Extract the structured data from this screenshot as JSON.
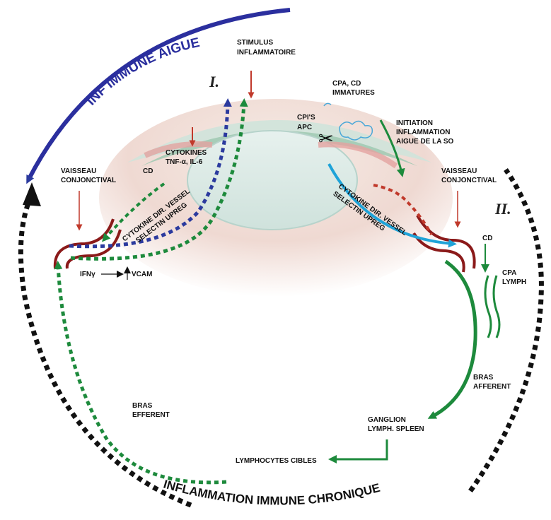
{
  "arc_labels": {
    "acute": "INF IMMUNE AIGUE",
    "chronic": "INFLAMMATION IMMUNE CHRONIQUE"
  },
  "roman": {
    "one": "I.",
    "two": "II."
  },
  "labels": {
    "stimulus_1": "STIMULUS",
    "stimulus_2": "INFLAMMATOIRE",
    "cpa_cd_1": "CPA, CD",
    "cpa_cd_2": "IMMATURES",
    "cpis_1": "CPI'S",
    "cpis_2": "APC",
    "initiation_1": "INITIATION",
    "initiation_2": "INFLAMMATION",
    "initiation_3": "AIGUE DE LA SO",
    "cytokines_1": "CYTOKINES",
    "cytokines_2": "TNF-α, IL-6",
    "vaisseau_left_1": "VAISSEAU",
    "vaisseau_left_2": "CONJONCTIVAL",
    "cd_left": "CD",
    "cytokine_left_1": "CYTOKINE DIR. VESSEL",
    "cytokine_left_2": "SELECTIN UPREG",
    "cytokine_right_1": "CYTOKINE DIR. VESSEL",
    "cytokine_right_2": "SELECTIN UPREG",
    "vaisseau_right_1": "VAISSEAU",
    "vaisseau_right_2": "CONJONCTIVAL",
    "cd_right": "CD",
    "cpa_lymph_1": "CPA",
    "cpa_lymph_2": "LYMPH",
    "ifn": "IFNγ",
    "vcam": "VCAM",
    "bras_afferent_1": "BRAS",
    "bras_afferent_2": "AFFERENT",
    "bras_efferent_1": "BRAS",
    "bras_efferent_2": "EFFERENT",
    "ganglion_1": "GANGLION",
    "ganglion_2": "LYMPH. SPLEEN",
    "lymphocytes": "LYMPHOCYTES CIBLES"
  },
  "colors": {
    "acute_arc": "#2b2f9e",
    "chronic_arc": "#111111",
    "green": "#1d8a3c",
    "blue_dashed": "#2b3a9e",
    "cyan": "#1fa3d8",
    "red_arrow": "#c0392b",
    "vessel": "#8b1a1a"
  }
}
